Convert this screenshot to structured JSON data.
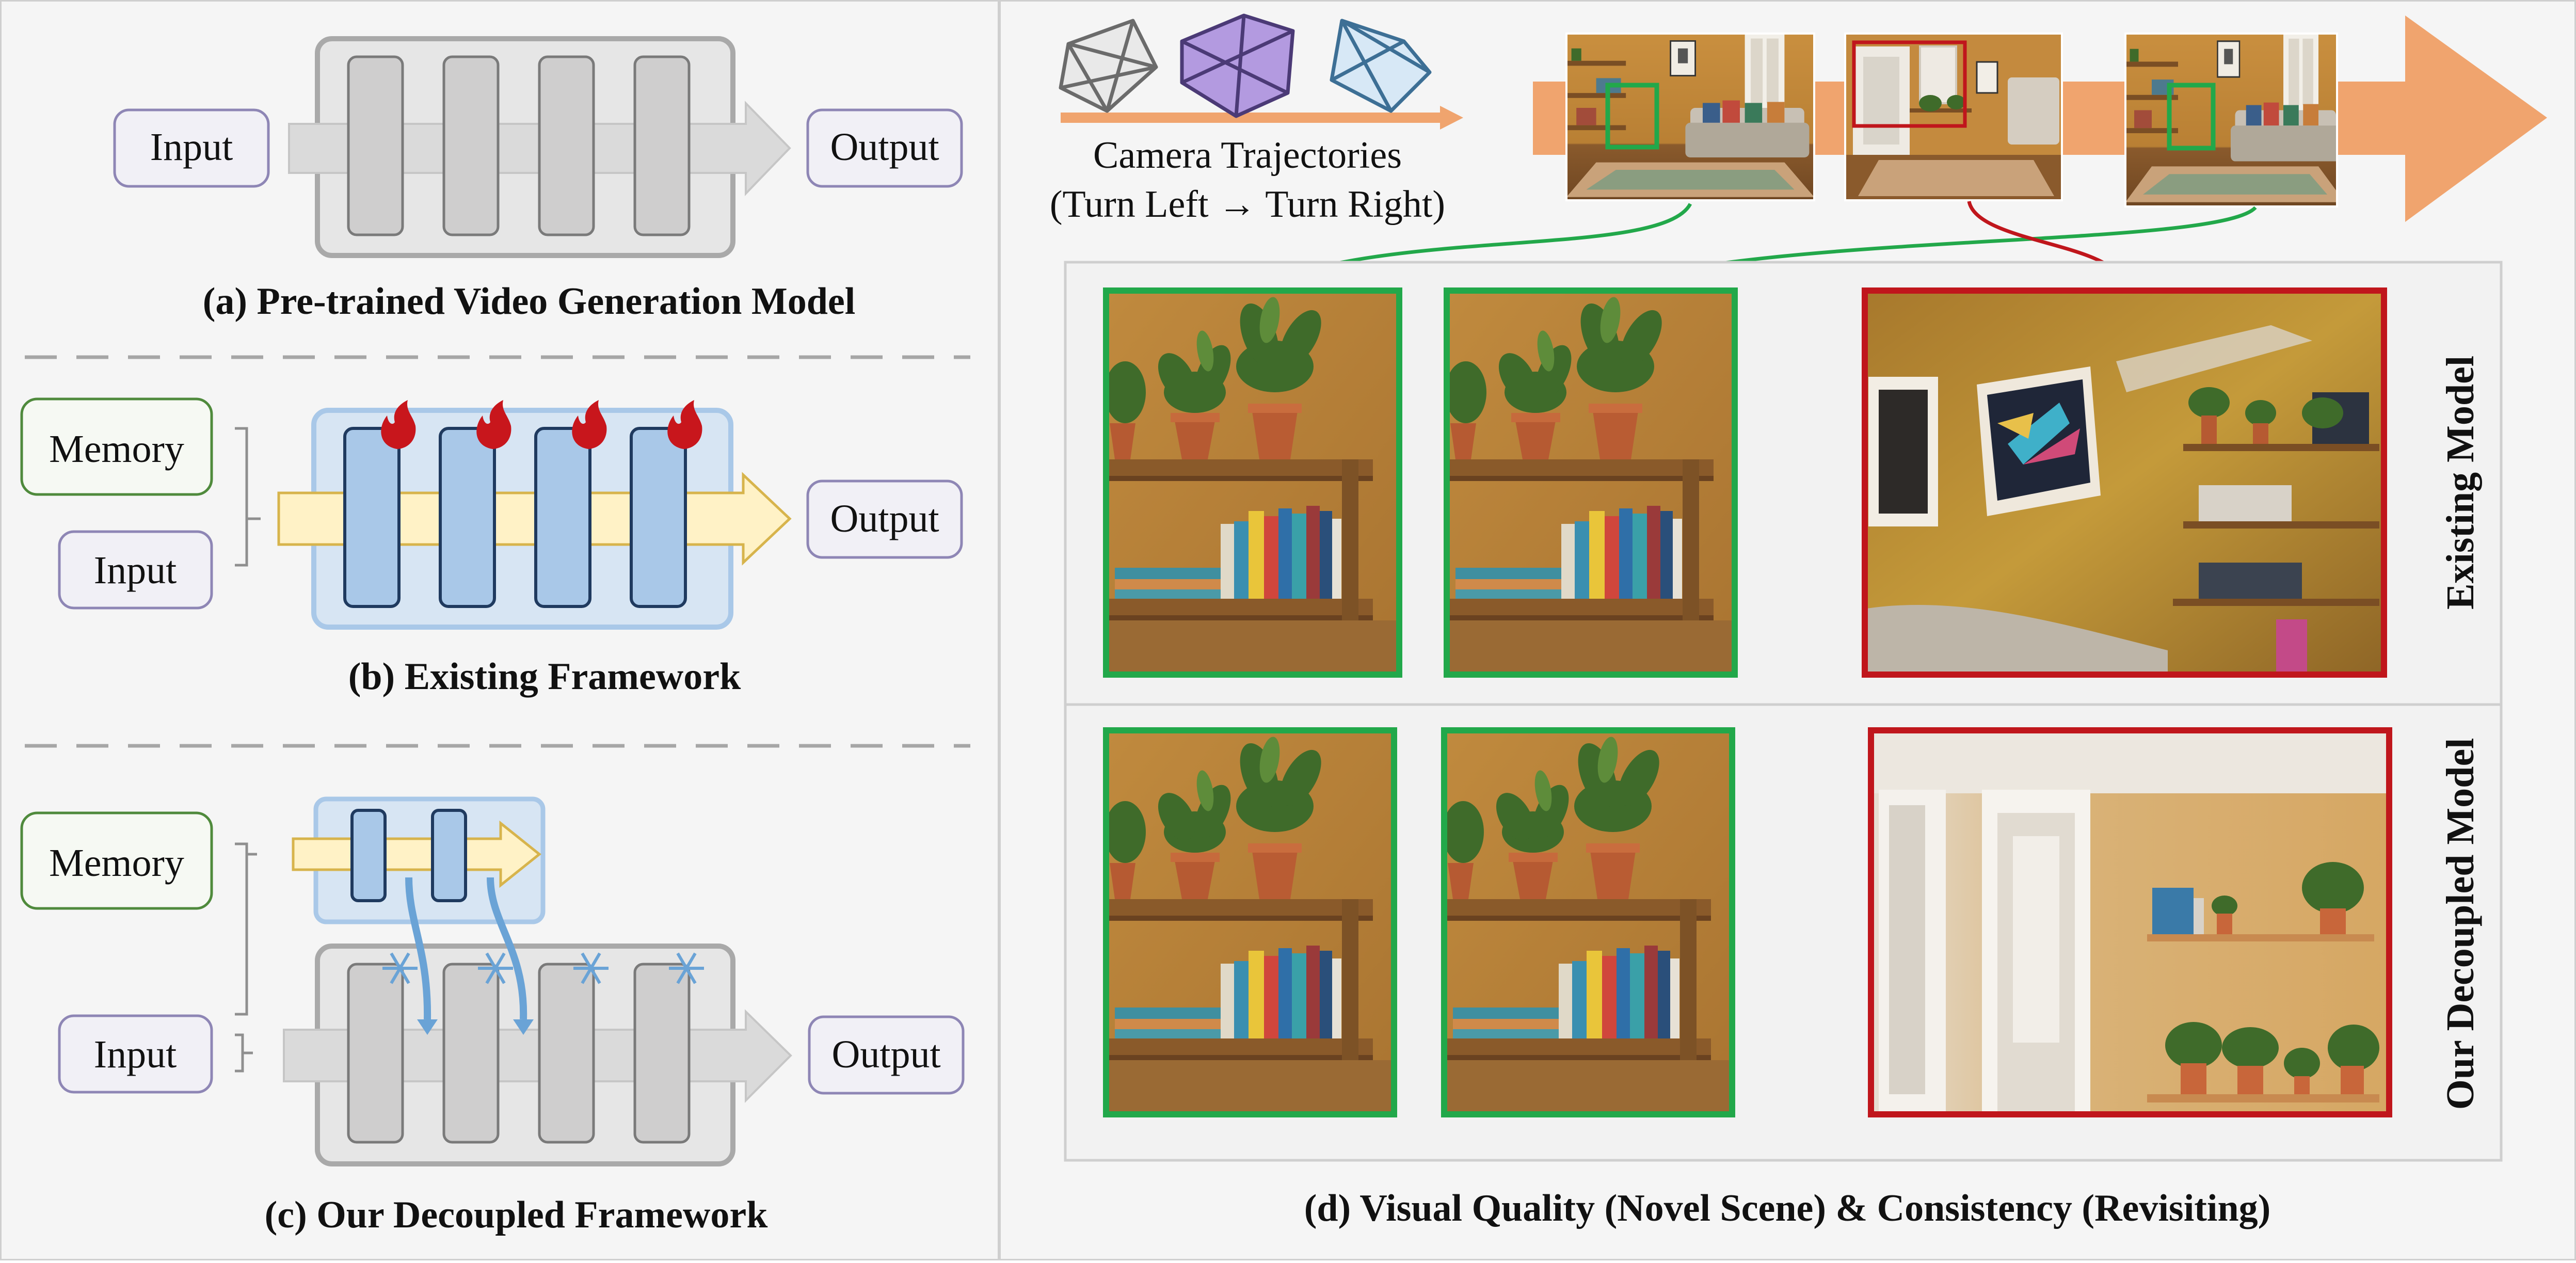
{
  "panel_a": {
    "input_label": "Input",
    "output_label": "Output",
    "caption": "(a) Pre-trained Video Generation Model"
  },
  "panel_b": {
    "memory_label": "Memory",
    "input_label": "Input",
    "output_label": "Output",
    "caption": "(b) Existing Framework"
  },
  "panel_c": {
    "memory_label": "Memory",
    "input_label": "Input",
    "output_label": "Output",
    "caption": "(c) Our Decoupled Framework"
  },
  "panel_d": {
    "trajectory_line1": "Camera Trajectories",
    "trajectory_line2": "(Turn Left → Turn Right)",
    "row1_label": "Existing Model",
    "row2_label": "Our Decoupled Model",
    "caption": "(d) Visual Quality (Novel Scene) & Consistency (Revisiting)"
  },
  "colors": {
    "frozen_gray": "#cfcece",
    "trainable_blue": "#a9c8e8",
    "memory_green": "#4f8a3c",
    "input_purple": "#8e86b5",
    "flow_orange": "#f0a46e",
    "highlight_green": "#22a84a",
    "highlight_red": "#c0161c",
    "flame_red": "#c8161c",
    "snow_blue": "#6aa3d6"
  },
  "icons": [
    "flame-icon",
    "snowflake-icon",
    "camera-frustum-icon"
  ]
}
